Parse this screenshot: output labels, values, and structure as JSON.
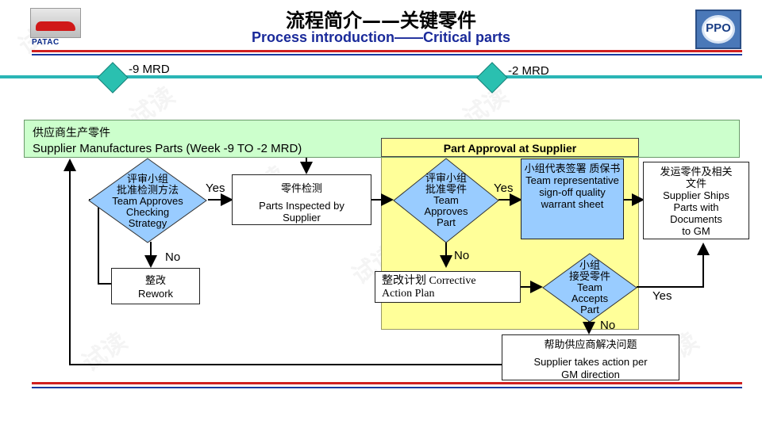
{
  "header": {
    "title_cn": "流程简介——关键零件",
    "title_en": "Process  introduction——Critical parts",
    "logo_left_text": "PATAC",
    "logo_right_text": "PPO"
  },
  "timeline": {
    "marker_left": "-9 MRD",
    "marker_right": "-2 MRD"
  },
  "banner": {
    "cn": "供应商生产零件",
    "en": "Supplier Manufactures Parts (Week -9 TO -2 MRD)"
  },
  "approval_area": {
    "title": "Part Approval at Supplier"
  },
  "nodes": {
    "team_checking": {
      "cn1": "评审小组",
      "cn2": "批准检测方法",
      "en1": "Team Approves",
      "en2": "Checking",
      "en3": "Strategy"
    },
    "parts_inspected": {
      "cn": "零件检测",
      "en1": "Parts Inspected by",
      "en2": "Supplier"
    },
    "team_approves_part": {
      "cn1": "评审小组",
      "cn2": "批准零件",
      "en1": "Team",
      "en2": "Approves",
      "en3": "Part"
    },
    "signoff": {
      "cn1": "小组代表签署",
      "cn2": "质保书",
      "en1": "Team",
      "en2": "representative",
      "en3": "sign-off quality",
      "en4": "warrant sheet"
    },
    "ship_parts": {
      "cn1": "发运零件及相关",
      "cn2": "文件",
      "en1": "Supplier Ships",
      "en2": "Parts with",
      "en3": "Documents",
      "en4": "to GM"
    },
    "rework": {
      "cn": "整改",
      "en": "Rework"
    },
    "corrective": {
      "l1": "整改计划 Corrective",
      "l2": "Action Plan"
    },
    "team_accepts": {
      "cn1": "小组",
      "cn2": "接受零件",
      "en1": "Team",
      "en2": "Accepts",
      "en3": "Part"
    },
    "help_supplier": {
      "cn": "帮助供应商解决问题",
      "en1": "Supplier takes action per",
      "en2": "GM direction"
    }
  },
  "labels": {
    "yes1": "Yes",
    "yes2": "Yes",
    "yes3": "Yes",
    "no1": "No",
    "no2": "No",
    "no3": "No"
  },
  "colors": {
    "banner_green": "#ccffcc",
    "approval_yellow": "#ffff99",
    "diamond_blue": "#99ccff",
    "timeline_teal": "#2ab5b5",
    "rule_red": "#d02020",
    "rule_blue": "#1a3aa0"
  },
  "watermark": "试读"
}
